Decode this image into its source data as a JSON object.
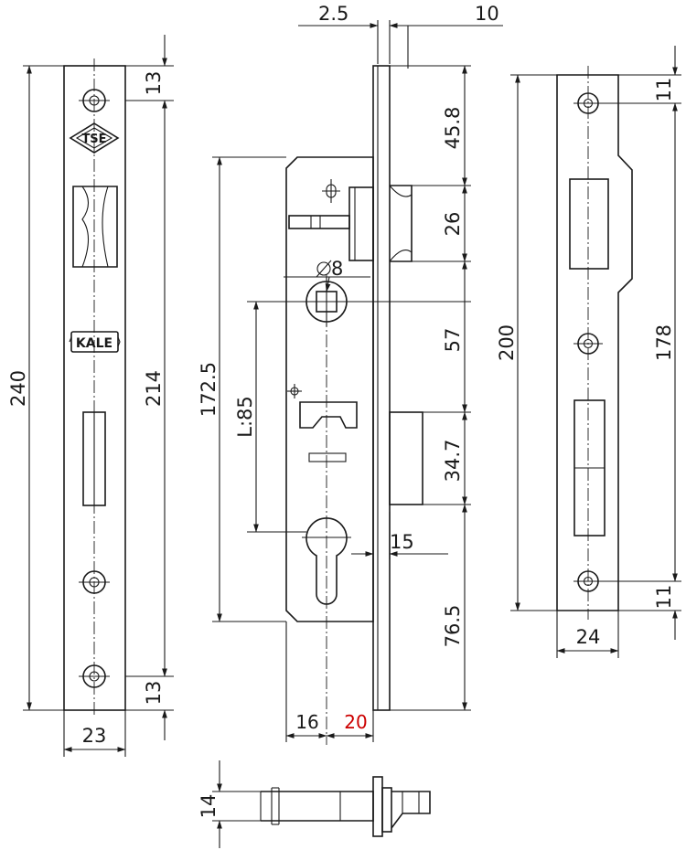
{
  "dimensions": {
    "d_2_5": "2.5",
    "d_10": "10",
    "d_13_top": "13",
    "d_13_bottom": "13",
    "d_240": "240",
    "d_214": "214",
    "d_23": "23",
    "d_45_8": "45.8",
    "d_26": "26",
    "d_57": "57",
    "d_34_7": "34.7",
    "d_76_5": "76.5",
    "d_172_5": "172.5",
    "d_L85": "L:85",
    "d_8": "8",
    "d_15": "15",
    "d_16": "16",
    "d_20": "20",
    "d_14": "14",
    "d_11_top": "11",
    "d_11_bottom": "11",
    "d_200": "200",
    "d_178": "178",
    "d_24": "24"
  },
  "logos": {
    "tse": "TSE",
    "kale": "KALE"
  },
  "colors": {
    "line": "#1a1a1a",
    "highlight": "#cc0000",
    "background": "#ffffff"
  }
}
